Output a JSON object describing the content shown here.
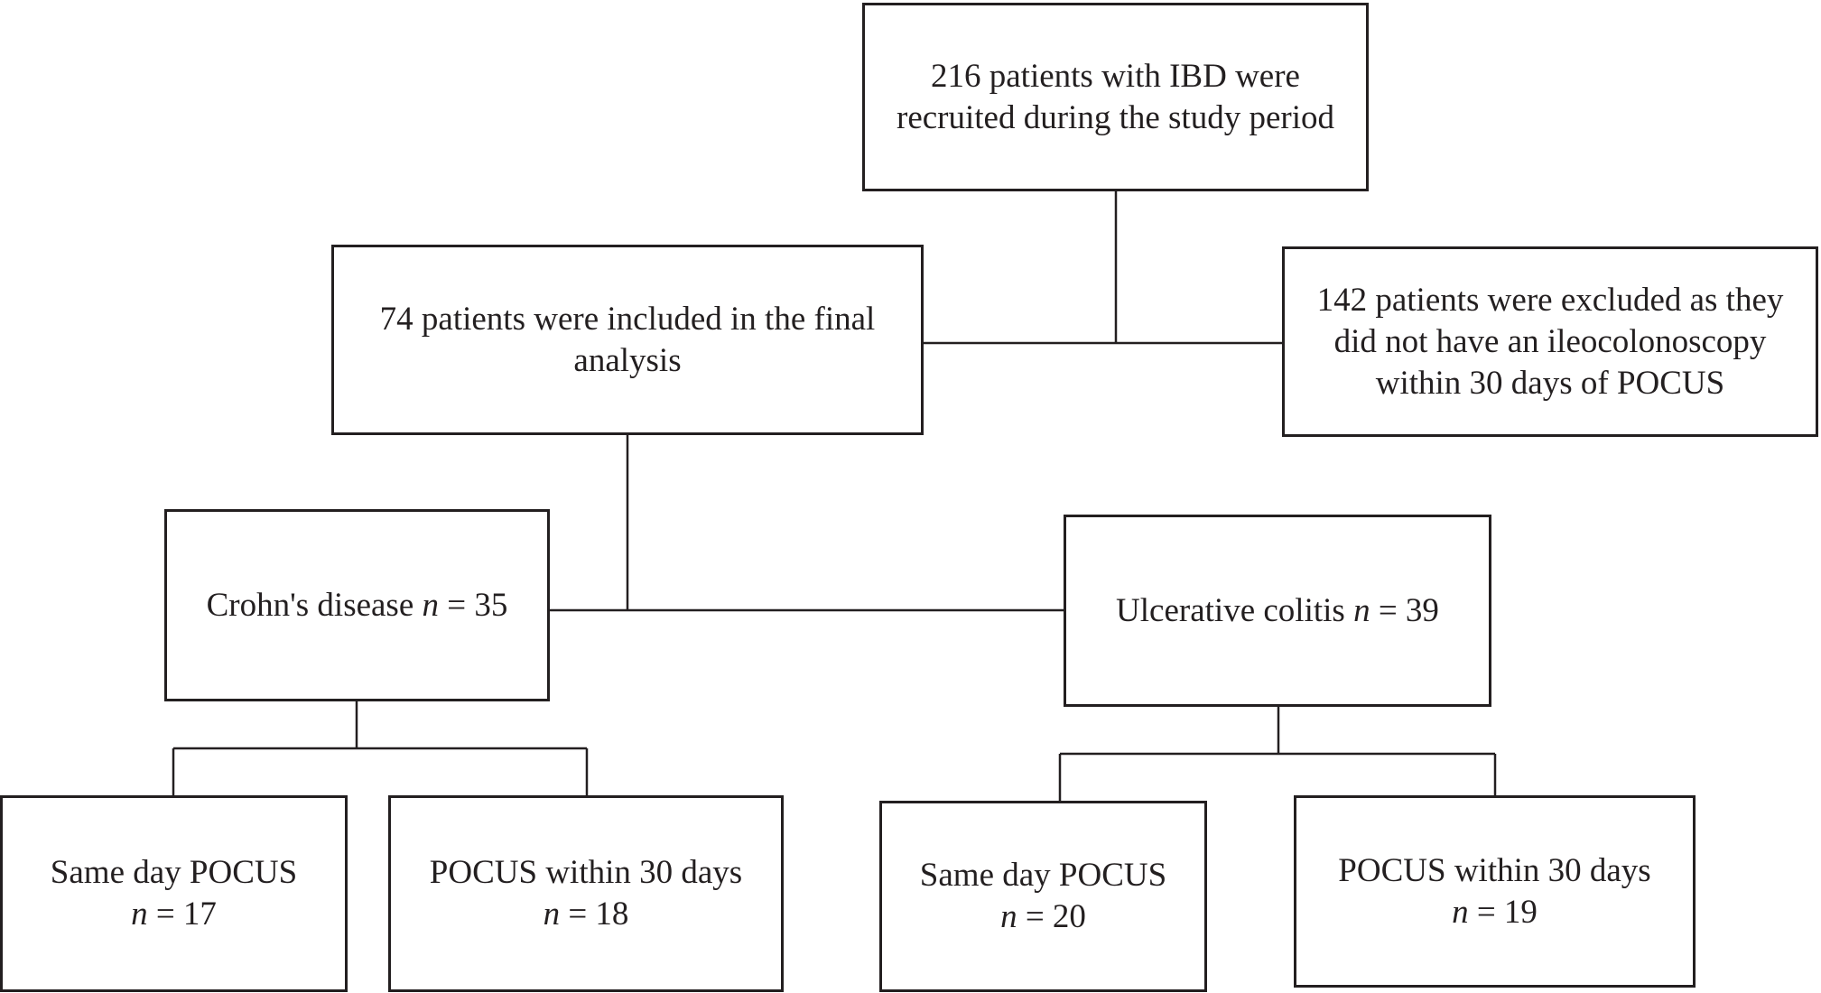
{
  "flowchart": {
    "recruited": {
      "lines": [
        "216 patients with IBD were",
        "recruited during the study period"
      ]
    },
    "included": {
      "lines": [
        "74 patients were included in the final",
        "analysis"
      ]
    },
    "excluded": {
      "lines": [
        "142 patients were excluded as they",
        "did not have an ileocolonoscopy",
        "within 30 days of POCUS"
      ]
    },
    "crohns": {
      "label": "Crohn's disease",
      "n_symbol": "n",
      "n_text": "= 35"
    },
    "uc": {
      "label": "Ulcerative colitis",
      "n_symbol": "n",
      "n_text": "= 39"
    },
    "cd_same_day": {
      "label": "Same day POCUS",
      "n_symbol": "n",
      "n_text": "= 17"
    },
    "cd_within_30": {
      "label": "POCUS within 30 days",
      "n_symbol": "n",
      "n_text": "= 18"
    },
    "uc_same_day": {
      "label": "Same day POCUS",
      "n_symbol": "n",
      "n_text": "= 20"
    },
    "uc_within_30": {
      "label": "POCUS within 30 days",
      "n_symbol": "n",
      "n_text": "= 19"
    }
  }
}
